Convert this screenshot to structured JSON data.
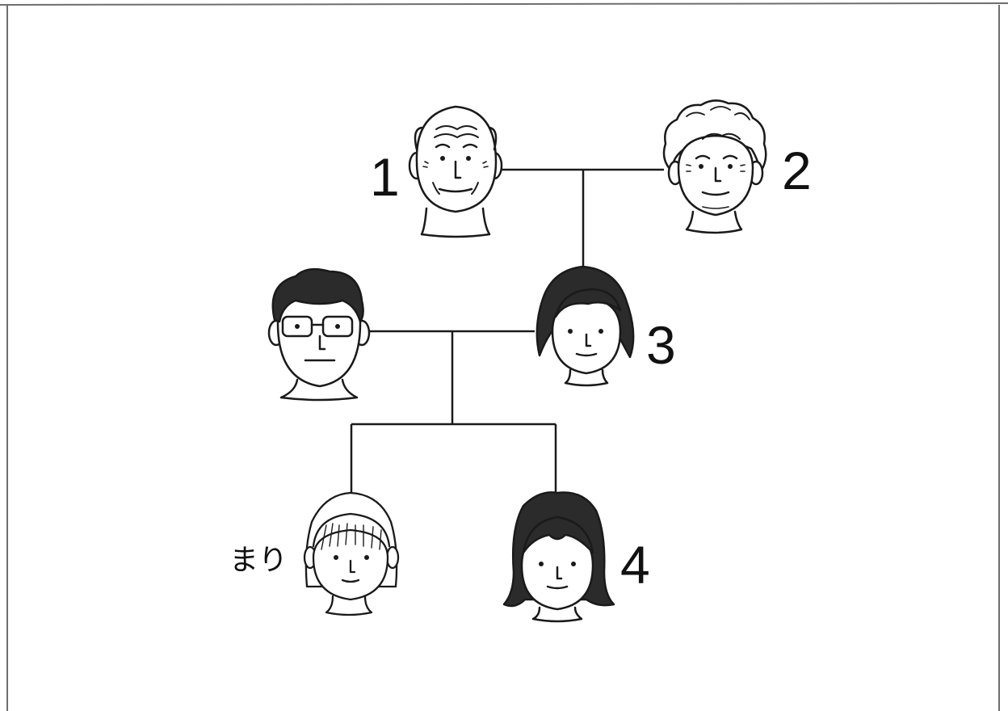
{
  "labels": {
    "grandfather": "1",
    "grandmother": "2",
    "mother": "3",
    "sister": "4",
    "mari": "まり"
  },
  "colors": {
    "line": "#1a1a1a",
    "hair_dark": "#2b2b2b",
    "frame": "#6e6e6e",
    "paper": "#ffffff"
  },
  "people": [
    {
      "id": "grandfather",
      "icon": "elderly-man-portrait-icon"
    },
    {
      "id": "grandmother",
      "icon": "elderly-woman-portrait-icon"
    },
    {
      "id": "father",
      "icon": "man-with-glasses-portrait-icon"
    },
    {
      "id": "mother",
      "icon": "woman-portrait-icon"
    },
    {
      "id": "mari",
      "icon": "girl-portrait-icon"
    },
    {
      "id": "sister",
      "icon": "girl-dark-hair-portrait-icon"
    }
  ]
}
